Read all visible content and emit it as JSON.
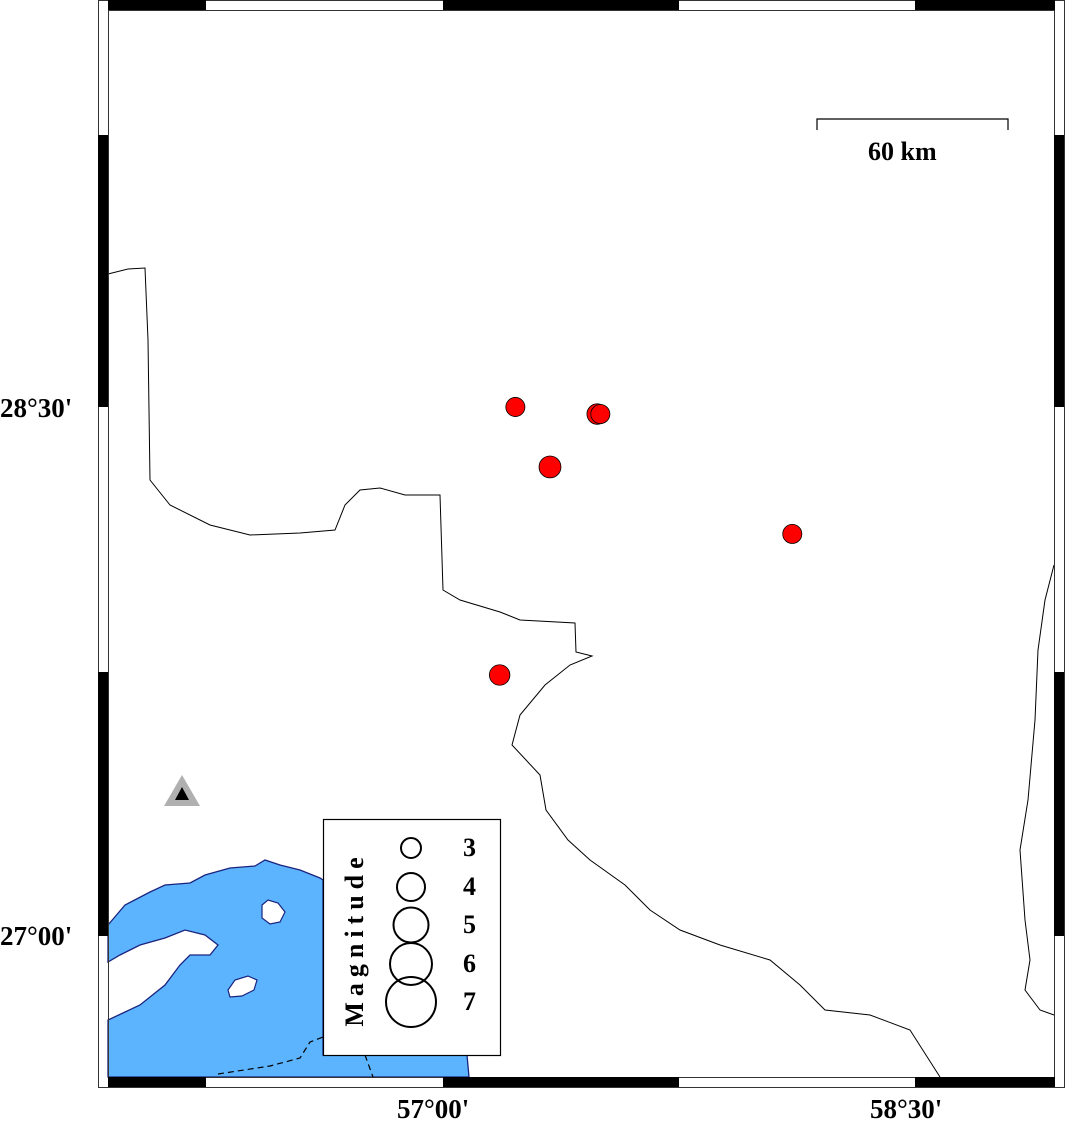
{
  "map": {
    "axis_labels": {
      "lat": [
        "28°30'",
        "27°00'"
      ],
      "lon": [
        "57°00'",
        "58°30'"
      ]
    },
    "scale_bar": {
      "label": "60 km"
    },
    "colors": {
      "sea": "#5cb4ff",
      "event": "#ff0000",
      "coast": "#1a237e",
      "station": "#b0b0b0"
    },
    "events": [
      {
        "lon": 57.23,
        "lat": 28.5,
        "mag": 4.6
      },
      {
        "lon": 57.49,
        "lat": 28.48,
        "mag": 4.8
      },
      {
        "lon": 57.5,
        "lat": 28.48,
        "mag": 4.6
      },
      {
        "lon": 57.34,
        "lat": 28.33,
        "mag": 5.0
      },
      {
        "lon": 58.11,
        "lat": 28.14,
        "mag": 4.6
      },
      {
        "lon": 57.18,
        "lat": 27.74,
        "mag": 4.8
      }
    ],
    "station_icon": "triangle-station-icon",
    "legend": {
      "title": "Magnitude",
      "entries": [
        "3",
        "4",
        "5",
        "6",
        "7"
      ]
    }
  }
}
